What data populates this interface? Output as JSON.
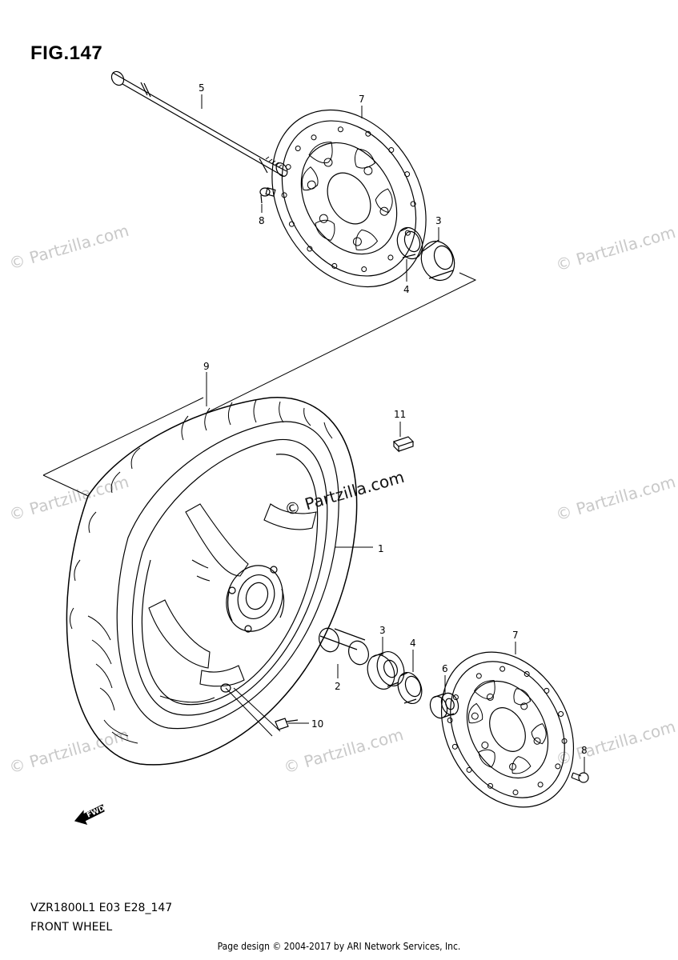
{
  "figure": {
    "title": "FIG.147",
    "model_code": "VZR1800L1 E03 E28_147",
    "section_name": "FRONT WHEEL"
  },
  "footer": "Page design © 2004-2017 by ARI Network Services, Inc.",
  "watermark": {
    "text": "© Partzilla.com",
    "center_text": "© Partzilla.com"
  },
  "direction_arrow": "FWD",
  "callouts": [
    "5",
    "7",
    "8",
    "3",
    "4",
    "9",
    "11",
    "1",
    "3",
    "2",
    "4",
    "6",
    "7",
    "10",
    "8"
  ]
}
